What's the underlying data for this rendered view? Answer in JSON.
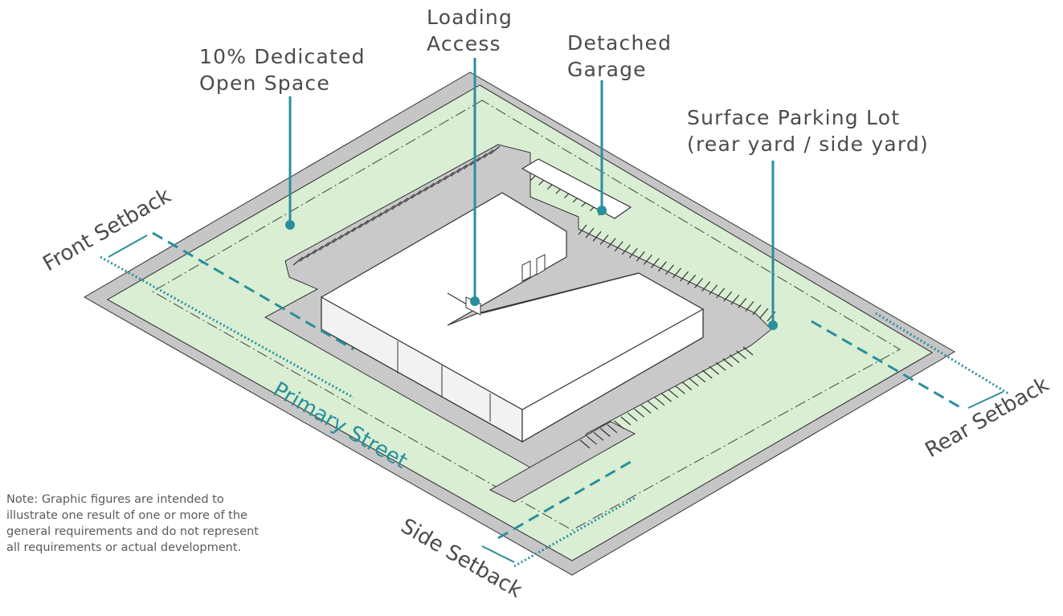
{
  "callouts": {
    "open_space": "10% Dedicated\nOpen Space",
    "loading": "Loading\nAccess",
    "garage": "Detached\nGarage",
    "parking": "Surface Parking Lot\n(rear yard / side yard)"
  },
  "labels": {
    "front_setback": "Front Setback",
    "rear_setback": "Rear Setback",
    "side_setback": "Side Setback",
    "primary_street": "Primary Street"
  },
  "note": "Note: Graphic figures are intended to illustrate one result of one or more of the general requirements and do not represent all requirements or actual development.",
  "colors": {
    "street": "#c6c6c6",
    "open_space": "#d9eed3",
    "parking": "#c9c9c9",
    "building": "#ffffff",
    "accent": "#2a8f9c",
    "text": "#4b4b4b"
  }
}
